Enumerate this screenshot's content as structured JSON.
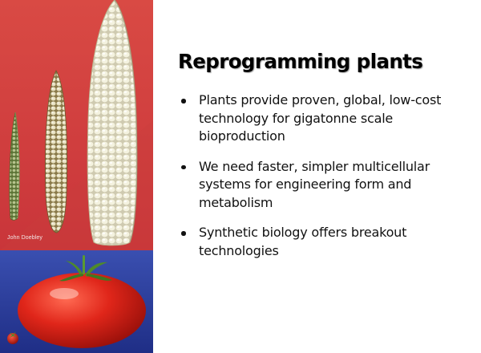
{
  "slide": {
    "title": "Reprogramming plants",
    "bullets": [
      {
        "text": "Plants provide proven, global, low-cost technology for gigatonne scale bioproduction"
      },
      {
        "text": "We need faster, simpler multicellular systems for engineering form and metabolism"
      },
      {
        "text": "Synthetic biology offers breakout technologies"
      }
    ]
  },
  "image": {
    "credit": "John Doebley",
    "colors": {
      "top_background": "#d8473f",
      "bottom_background": "#2a3d9e",
      "corn_kernel": "#f1efd8",
      "tomato": "#d21a12"
    }
  }
}
